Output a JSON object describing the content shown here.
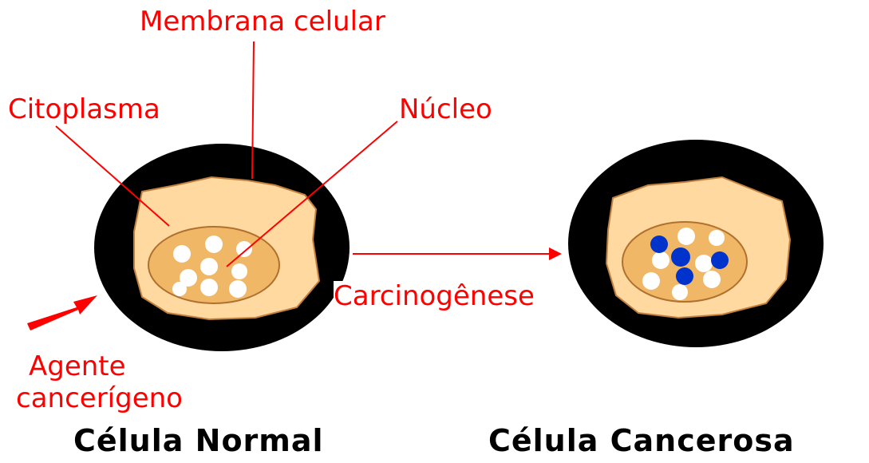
{
  "labels": {
    "membrana": "Membrana celular",
    "citoplasma": "Citoplasma",
    "nucleo": "Núcleo",
    "carcinogenese": "Carcinogênese",
    "agente_line1": "Agente",
    "agente_line2": "cancerígeno"
  },
  "captions": {
    "normal": "Célula Normal",
    "cancerosa": "Célula Cancerosa"
  },
  "colors": {
    "label": "#ff0000",
    "membrane": "#000000",
    "cytoplasm": "#ffd9a0",
    "nucleus": "#f0b866",
    "healthy_chromatin": "#ffffff",
    "mutated_chromatin": "#0033cc"
  }
}
